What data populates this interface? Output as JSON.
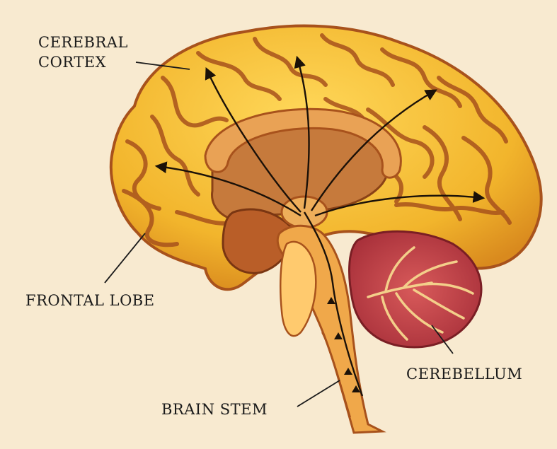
{
  "labels": {
    "cerebral_cortex_line1": "CEREBRAL",
    "cerebral_cortex_line2": "CORTEX",
    "frontal_lobe": "FRONTAL LOBE",
    "cerebellum": "CEREBELLUM",
    "brain_stem": "BRAIN STEM"
  },
  "colors": {
    "background": "#f8ead0",
    "cortex": "#f2b52c",
    "cortex_highlight": "#ffd85a",
    "cortex_groove": "#a8521c",
    "inner_tissue": "#c67a3c",
    "corpus": "#e9a255",
    "cerebellum": "#c8404a",
    "cerebellum_branch": "#f3cf8a",
    "stem": "#f0a84a",
    "arrow": "#1b1108",
    "label_text": "#1a1a1a"
  },
  "icons": [
    "arrow-head"
  ]
}
